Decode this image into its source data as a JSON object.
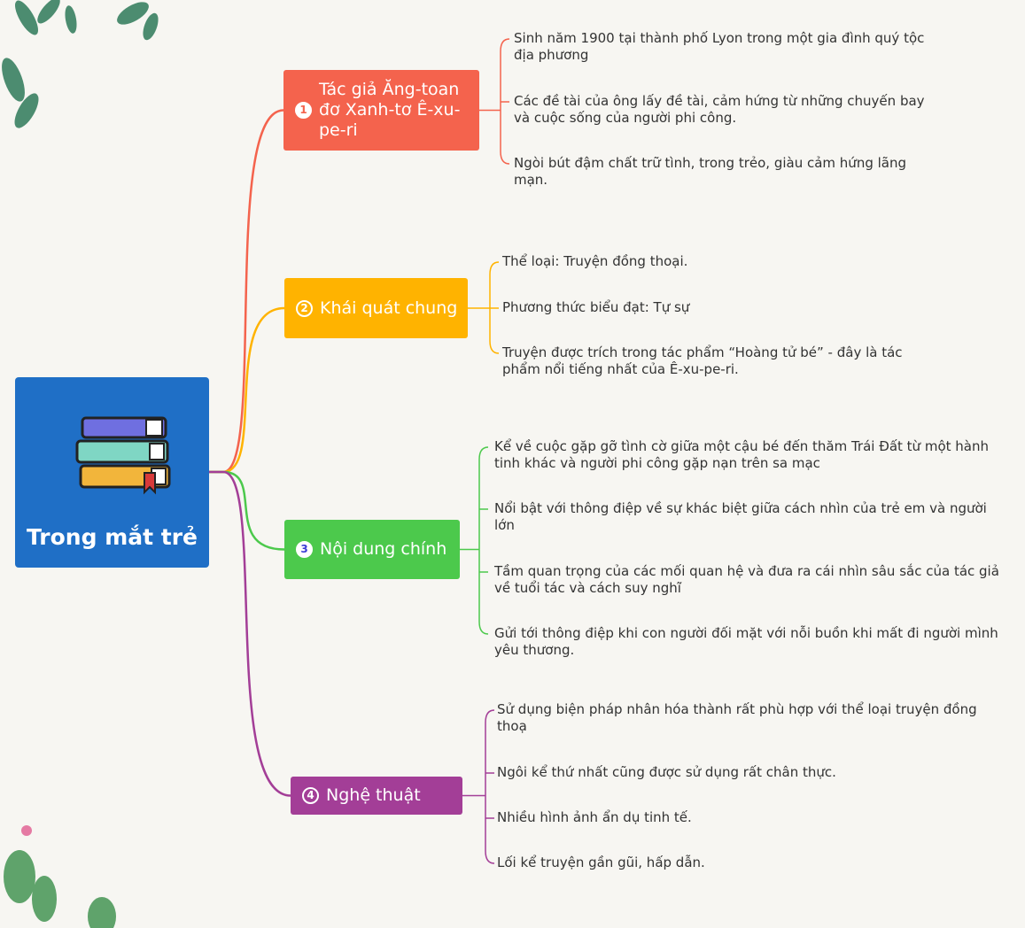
{
  "root": {
    "title": "Trong mắt trẻ",
    "icon": "books-icon",
    "color": "#1f6fc6"
  },
  "branches": [
    {
      "number": "1",
      "label": "Tác giả Ăng-toan đơ Xanh-tơ Ê-xu-pe-ri",
      "color": "#f4634d",
      "items": [
        "Sinh năm 1900 tại thành phố Lyon trong một gia đình quý tộc địa phương",
        "Các đề tài của ông lấy đề tài, cảm hứng từ những chuyến bay và cuộc sống của người phi công.",
        "Ngòi bút đậm chất trữ tình, trong trẻo, giàu cảm hứng lãng mạn."
      ]
    },
    {
      "number": "2",
      "label": "Khái quát chung",
      "color": "#ffb300",
      "items": [
        "Thể loại: Truyện đồng thoại.",
        "Phương thức biểu đạt: Tự sự",
        "Truyện được trích trong tác phẩm “Hoàng tử bé” - đây là tác phẩm nổi tiếng nhất của Ê-xu-pe-ri."
      ]
    },
    {
      "number": "3",
      "label": "Nội dung chính",
      "color": "#4cc94c",
      "items": [
        "Kể về cuộc gặp gỡ tình cờ giữa một cậu bé đến thăm Trái Đất từ một hành tinh khác và người phi công gặp nạn trên sa mạc",
        "Nổi bật với thông điệp về sự khác biệt giữa cách nhìn của trẻ em và người lớn",
        "Tầm quan trọng của các mối quan hệ và đưa ra cái nhìn sâu sắc của tác giả về tuổi tác và cách suy nghĩ",
        "Gửi tới thông điệp khi con người đối mặt với nỗi buồn khi mất đi người mình yêu thương."
      ]
    },
    {
      "number": "4",
      "label": "Nghệ thuật",
      "color": "#a33e97",
      "items": [
        "Sử dụng biện pháp nhân hóa thành rất phù hợp với thể loại truyện đồng thoạ",
        "Ngôi kể thứ nhất cũng được sử dụng rất chân thực.",
        "Nhiều hình ảnh ẩn dụ tinh tế.",
        "Lối kể truyện gần gũi, hấp dẫn."
      ]
    }
  ]
}
